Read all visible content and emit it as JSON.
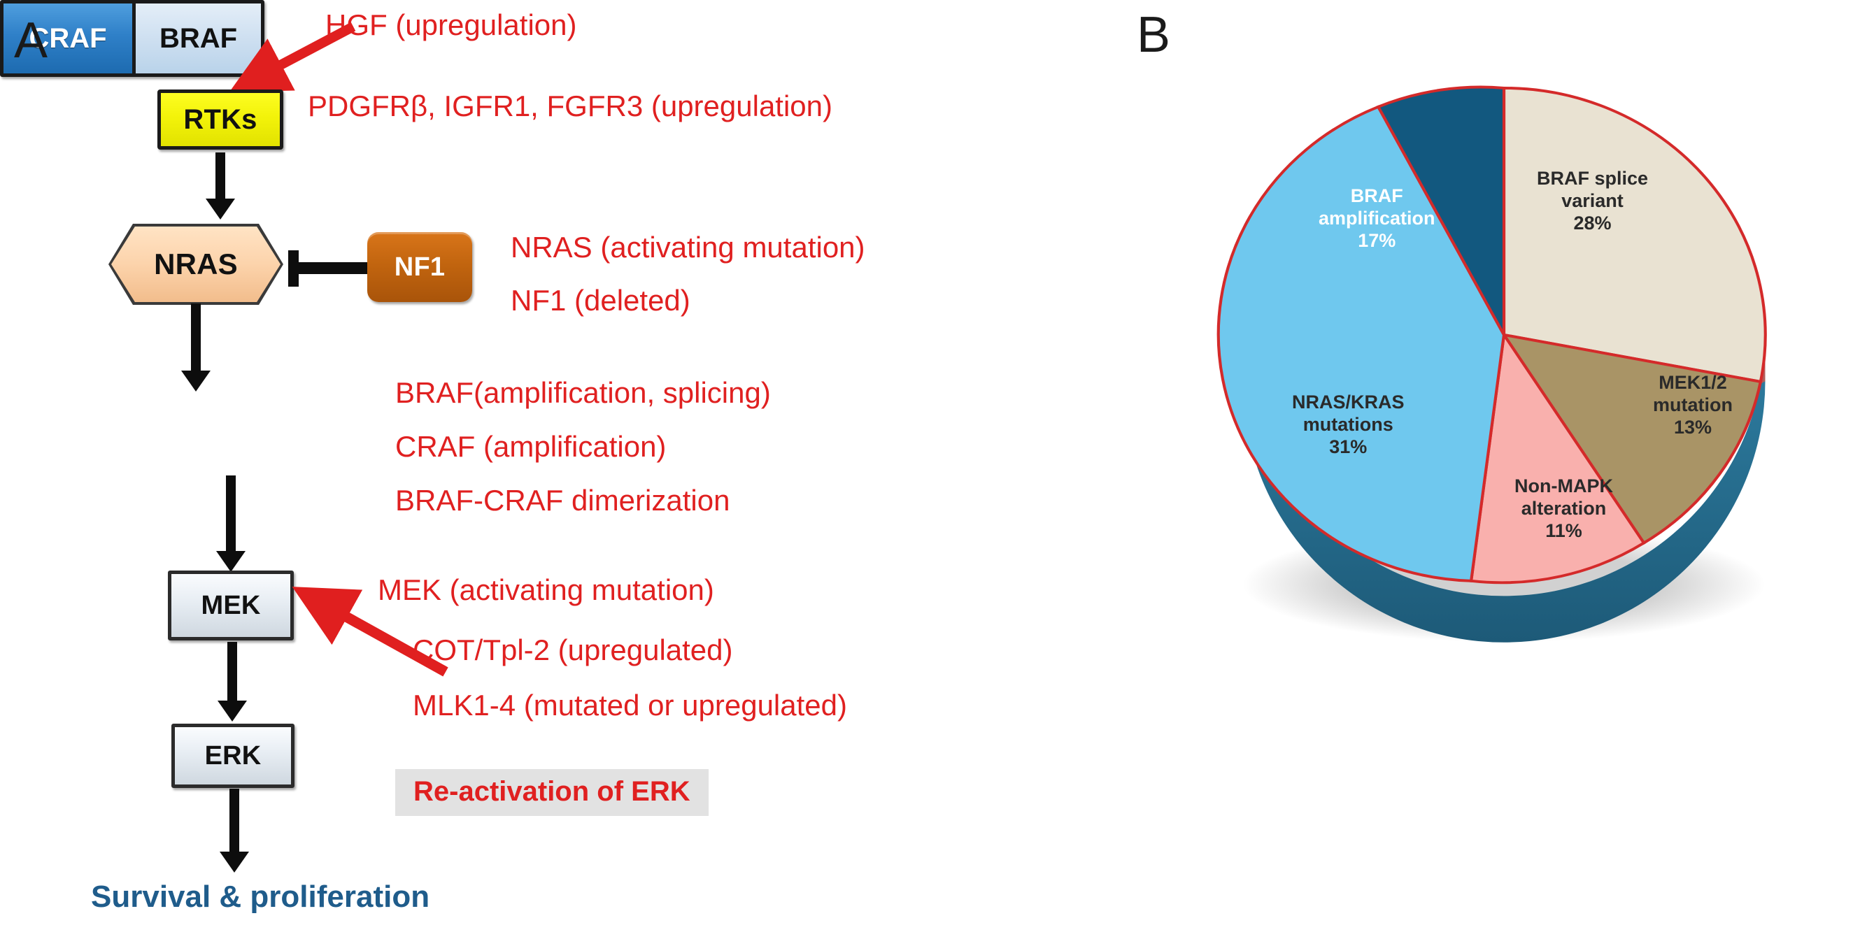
{
  "figure": {
    "panel_a_letter": "A",
    "panel_b_letter": "B"
  },
  "panel_a": {
    "nodes": {
      "rtks": "RTKs",
      "nras": "NRAS",
      "nf1": "NF1",
      "craf": "CRAF",
      "braf": "BRAF",
      "mek": "MEK",
      "erk": "ERK"
    },
    "annotations": {
      "hgf": "HGF (upregulation)",
      "rtk_genes": "PDGFRβ, IGFR1, FGFR3 (upregulation)",
      "nras_mut": "NRAS (activating  mutation)",
      "nf1_del": "NF1 (deleted)",
      "braf_amp": "BRAF(amplification, splicing)",
      "craf_amp": "CRAF (amplification)",
      "braf_craf_dimer": "BRAF-CRAF dimerization",
      "mek_mut": "MEK (activating  mutation)",
      "cot": "COT/Tpl-2 (upregulated)",
      "mlk": "MLK1-4 (mutated or upregulated)"
    },
    "reactivation_label": "Re-activation of ERK",
    "outcome_label": "Survival & proliferation",
    "colors": {
      "annotation_red": "#e02020",
      "outcome_blue": "#1f5c8b",
      "rtks_yellow": "#f3f30a",
      "nras_peach": "#fcd3ab",
      "nf1_orange": "#c2650f",
      "craf_blue": "#2f80c8",
      "braf_lightblue": "#cfe0f1",
      "mek_erk_grey": "#e7edf3",
      "highlight_grey": "#e2e2e2"
    }
  },
  "chart_data": {
    "type": "pie",
    "title": "",
    "legend": "in-slice labels",
    "start_angle_deg": 0,
    "direction": "clockwise",
    "categories": [
      "BRAF splice variant",
      "MEK1/2 mutation",
      "Non-MAPK alteration",
      "NRAS/KRAS mutations",
      "BRAF amplification"
    ],
    "values": [
      28,
      13,
      11,
      31,
      17
    ],
    "unit": "%",
    "slices": [
      {
        "label": "BRAF splice\nvariant",
        "label_line1": "BRAF splice",
        "label_line2": "variant",
        "value": 28,
        "pct": "28%",
        "color": "#e9e2d2",
        "text_color": "#2a2a2a"
      },
      {
        "label": "MEK1/2\nmutation",
        "label_line1": "MEK1/2",
        "label_line2": "mutation",
        "value": 13,
        "pct": "13%",
        "color": "#a99466",
        "text_color": "#2a2a2a"
      },
      {
        "label": "Non-MAPK\nalteration",
        "label_line1": "Non-MAPK",
        "label_line2": "alteration",
        "value": 11,
        "pct": "11%",
        "color": "#f9b0ad",
        "text_color": "#2a2a2a"
      },
      {
        "label": "NRAS/KRAS\nmutations",
        "label_line1": "NRAS/KRAS",
        "label_line2": "mutations",
        "value": 31,
        "pct": "31%",
        "color": "#6fc8ee",
        "text_color": "#2a2a2a"
      },
      {
        "label": "BRAF\namplification",
        "label_line1": "BRAF",
        "label_line2": "amplification",
        "value": 17,
        "pct": "17%",
        "color": "#12587f",
        "text_color": "#ffffff"
      }
    ],
    "slice_outline_color": "#d42a2a"
  }
}
